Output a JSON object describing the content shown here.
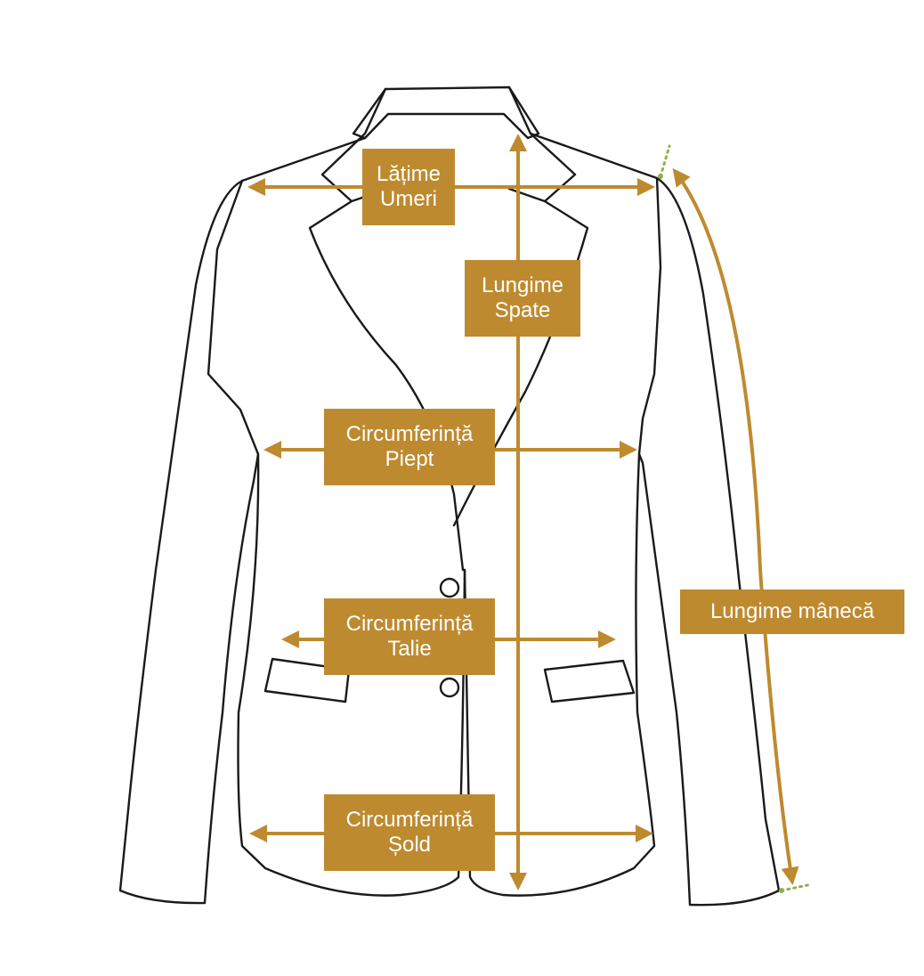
{
  "colors": {
    "accent": "#be8a2f",
    "outline": "#1a1a1a",
    "guide_dots": "#8fb04a",
    "background": "#ffffff"
  },
  "labels": {
    "shoulder_width": {
      "line1": "Lățime",
      "line2": "Umeri"
    },
    "back_length": {
      "line1": "Lungime",
      "line2": "Spate"
    },
    "chest": {
      "line1": "Circumferință",
      "line2": "Piept"
    },
    "waist": {
      "line1": "Circumferință",
      "line2": "Talie"
    },
    "hip": {
      "line1": "Circumferință",
      "line2": "Șold"
    },
    "sleeve_length": {
      "line1": "Lungime mânecă"
    }
  }
}
